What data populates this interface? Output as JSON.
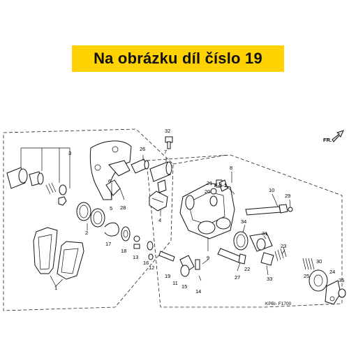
{
  "banner": {
    "text": "Na obrázku díl číslo 19",
    "background": "#ffd200"
  },
  "diagram": {
    "direction_label": "FR.",
    "reference_label": "F-5-1",
    "code_label": "KPBI- F1700",
    "part_labels": [
      "1",
      "2",
      "3",
      "4",
      "5",
      "6",
      "7",
      "8",
      "9",
      "10",
      "11",
      "12",
      "13",
      "14",
      "15",
      "16",
      "17",
      "18",
      "19",
      "20",
      "21",
      "22",
      "23",
      "24",
      "25",
      "26",
      "27",
      "28",
      "29",
      "30",
      "31",
      "32",
      "33",
      "34",
      "35"
    ]
  }
}
